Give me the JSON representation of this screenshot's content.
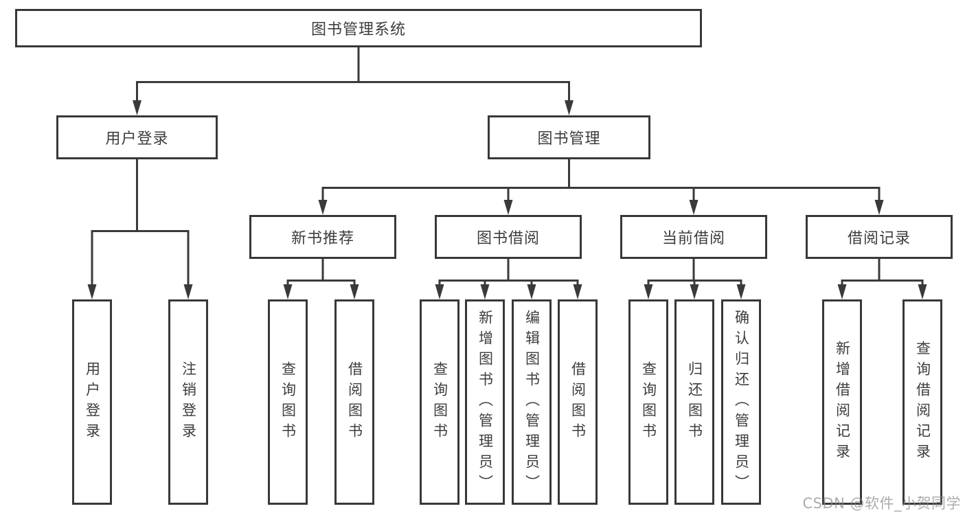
{
  "tree": {
    "label": "图书管理系统",
    "children": [
      {
        "label": "用户登录",
        "children": [
          {
            "label": "用户登录"
          },
          {
            "label": "注销登录"
          }
        ]
      },
      {
        "label": "图书管理",
        "children": [
          {
            "label": "新书推荐",
            "children": [
              {
                "label": "查询图书"
              },
              {
                "label": "借阅图书"
              }
            ]
          },
          {
            "label": "图书借阅",
            "children": [
              {
                "label": "查询图书"
              },
              {
                "label": "新增图书（管理员）"
              },
              {
                "label": "编辑图书（管理员）"
              },
              {
                "label": "借阅图书"
              }
            ]
          },
          {
            "label": "当前借阅",
            "children": [
              {
                "label": "查询图书"
              },
              {
                "label": "归还图书"
              },
              {
                "label": "确认归还（管理员）"
              }
            ]
          },
          {
            "label": "借阅记录",
            "children": [
              {
                "label": "新增借阅记录"
              },
              {
                "label": "查询借阅记录"
              }
            ]
          }
        ]
      }
    ]
  },
  "watermark": {
    "text": "CSDN @软件_小贺同学"
  },
  "colors": {
    "line": "#3a3a3a",
    "box_border": "#383838",
    "text": "#3d3d3d",
    "background": "#ffffff",
    "watermark": "#8c8c8c"
  }
}
